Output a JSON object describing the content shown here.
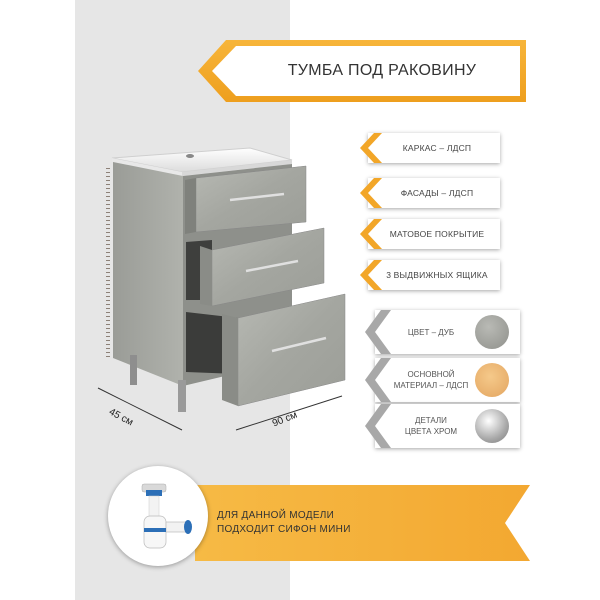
{
  "title": "ТУМБА ПОД РАКОВИНУ",
  "features": [
    {
      "label": "КАРКАС – ЛДСП"
    },
    {
      "label": "ФАСАДЫ – ЛДСП"
    },
    {
      "label": "МАТОВОЕ ПОКРЫТИЕ"
    },
    {
      "label": "3 ВЫДВИЖНЫХ ЯЩИКА"
    }
  ],
  "specs": [
    {
      "line1": "ЦВЕТ – ДУБ",
      "line2": "",
      "swatch": "oak-gray"
    },
    {
      "line1": "ОСНОВНОЙ",
      "line2": "МАТЕРИАЛ – ЛДСП",
      "swatch": "chipboard-beige"
    },
    {
      "line1": "ДЕТАЛИ",
      "line2": "ЦВЕТА ХРОМ",
      "swatch": "chrome"
    }
  ],
  "dimensions": {
    "depth": "45 см",
    "width": "90 см"
  },
  "siphon_note": {
    "line1": "ДЛЯ ДАННОЙ МОДЕЛИ",
    "line2": "ПОДХОДИТ СИФОН МИНИ"
  },
  "colors": {
    "accent": "#f2a628",
    "accent_light": "#f7c055",
    "gray_band": "#e6e6e6",
    "wood": "#a9aca6"
  }
}
